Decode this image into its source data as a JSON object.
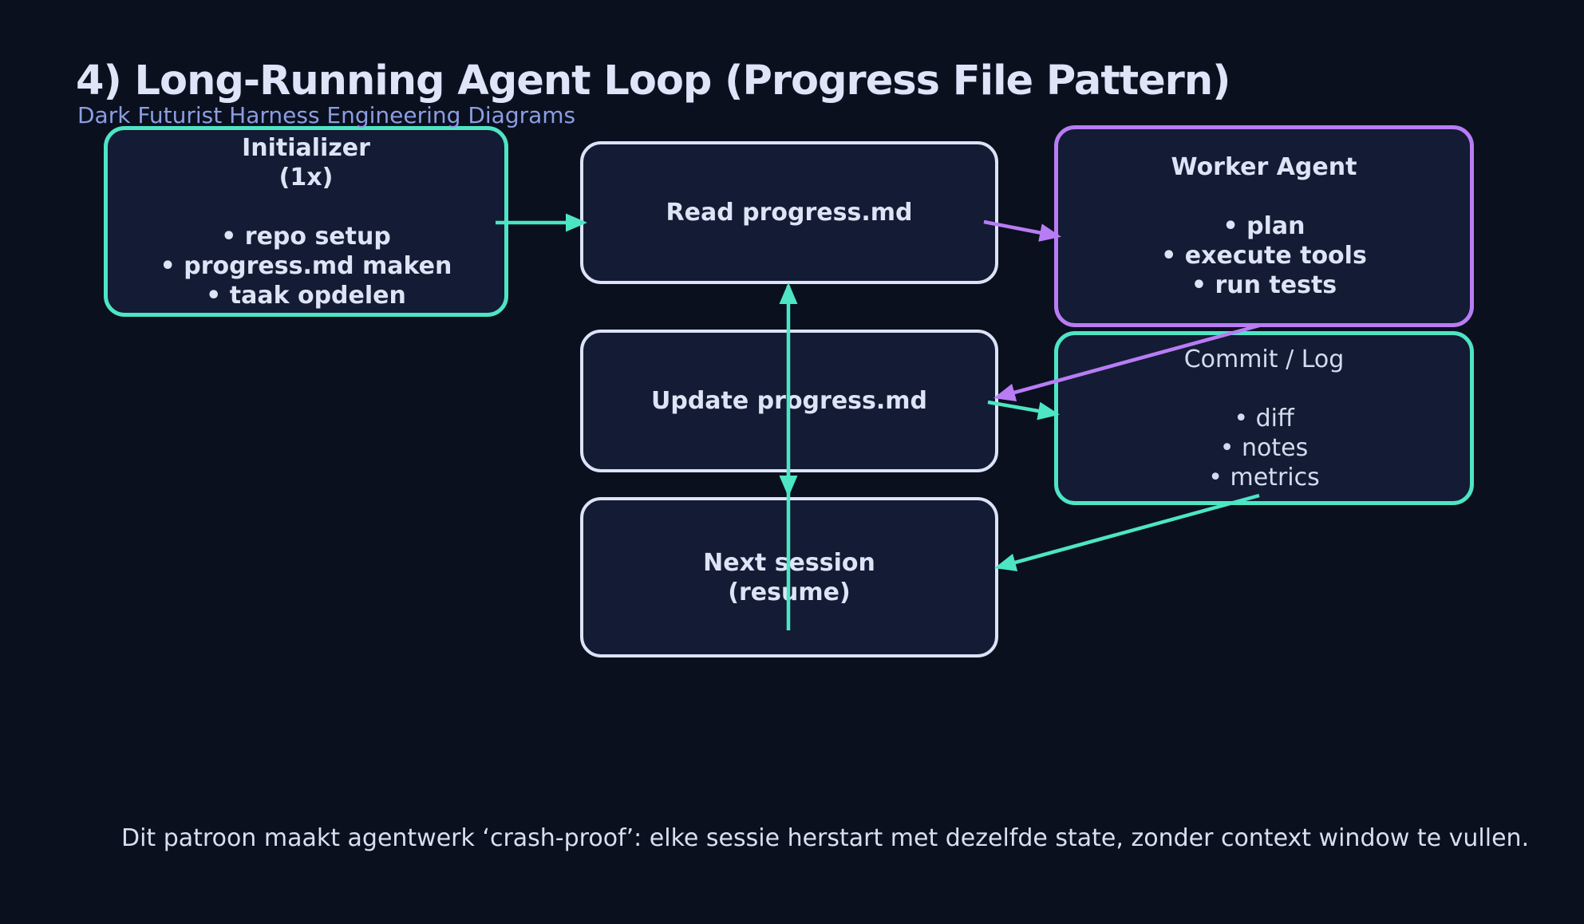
{
  "header": {
    "title": "4) Long-Running Agent Loop (Progress File Pattern)",
    "subtitle": "Dark Futurist Harness Engineering Diagrams"
  },
  "caption": "Dit patroon maakt agentwerk ‘crash-proof’: elke sessie herstart met dezelfde state, zonder context window te vullen.",
  "colors": {
    "background": "#0a101e",
    "boxfill": "#141b34",
    "teal": "#4de5c4",
    "purple": "#b87cf4",
    "light": "#dce3f7",
    "text": "#dde4f6",
    "textdim": "#d3dcee",
    "subtitle": "#8c9de2",
    "caption": "#d8dff1"
  },
  "nodes": {
    "initializer": {
      "border_color": "teal",
      "lines": [
        "Initializer",
        "(1x)",
        "",
        "• repo setup",
        "• progress.md maken",
        "• taak opdelen"
      ]
    },
    "read": {
      "border_color": "light",
      "lines": [
        "Read progress.md"
      ]
    },
    "worker": {
      "border_color": "purple",
      "lines": [
        "Worker Agent",
        "",
        "• plan",
        "• execute tools",
        "• run tests"
      ]
    },
    "update": {
      "border_color": "light",
      "lines": [
        "Update progress.md"
      ]
    },
    "commit": {
      "border_color": "teal",
      "lines": [
        "Commit / Log",
        "",
        "• diff",
        "• notes",
        "• metrics"
      ]
    },
    "next": {
      "border_color": "light",
      "lines": [
        "Next session",
        "(resume)"
      ]
    }
  },
  "edges": [
    {
      "from": "initializer",
      "to": "read",
      "color": "teal"
    },
    {
      "from": "read",
      "to": "worker",
      "color": "purple"
    },
    {
      "from": "worker",
      "to": "update",
      "color": "purple"
    },
    {
      "from": "update",
      "to": "commit",
      "color": "teal"
    },
    {
      "from": "commit",
      "to": "next",
      "color": "teal"
    },
    {
      "from": "update",
      "to": "next",
      "color": "teal"
    },
    {
      "from": "next",
      "to": "read",
      "color": "teal"
    }
  ]
}
